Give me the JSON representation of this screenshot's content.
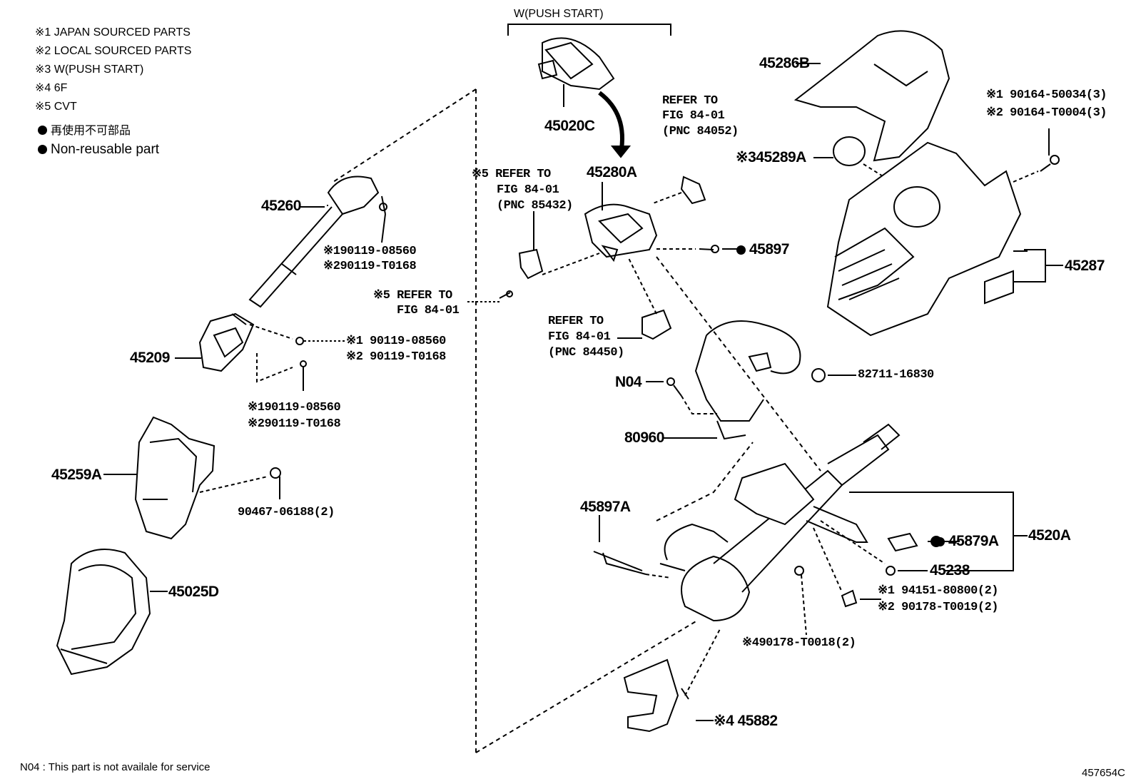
{
  "legend": {
    "items": [
      "※1 JAPAN SOURCED PARTS",
      "※2 LOCAL SOURCED PARTS",
      "※3 W(PUSH START)",
      "※4 6F",
      "※5 CVT"
    ],
    "non_reusable_jp": "再使用不可部品",
    "non_reusable_en": "Non-reusable part"
  },
  "group_label": "W(PUSH START)",
  "parts": {
    "p45020C": "45020C",
    "p45280A": "45280A",
    "p45260": "45260",
    "p45209": "45209",
    "p45259A": "45259A",
    "p45025D": "45025D",
    "p45286B": "45286B",
    "p45289A": "※345289A",
    "p45287": "45287",
    "p45897": "45897",
    "p82711": "82711-16830",
    "pN04": "N04",
    "p80960": "80960",
    "p45897A": "45897A",
    "p45879A": "45879A",
    "p4520A": "4520A",
    "p45238": "45238",
    "p45882": "※4 45882",
    "p90467": "90467-06188(2)",
    "p90178T0018": "※490178-T0018(2)"
  },
  "bolts": {
    "b1a": "※190119-08560",
    "b1b": "※290119-T0168",
    "b2a": "※1 90119-08560",
    "b2b": "※2 90119-T0168",
    "b3a": "※190119-08560",
    "b3b": "※290119-T0168",
    "b4a": "※1 90164-50034(3)",
    "b4b": "※2 90164-T0004(3)",
    "b5a": "※1 94151-80800(2)",
    "b5b": "※2 90178-T0019(2)"
  },
  "refs": {
    "r1": [
      "REFER TO",
      "FIG 84-01",
      "(PNC 84052)"
    ],
    "r2": [
      "※5 REFER TO",
      "FIG 84-01",
      "(PNC 85432)"
    ],
    "r3": [
      "※5 REFER TO",
      "FIG 84-01"
    ],
    "r4": [
      "REFER TO",
      "FIG 84-01",
      "(PNC 84450)"
    ]
  },
  "footer_note": "N04 : This part is not availale for service",
  "diagram_id": "457654C"
}
